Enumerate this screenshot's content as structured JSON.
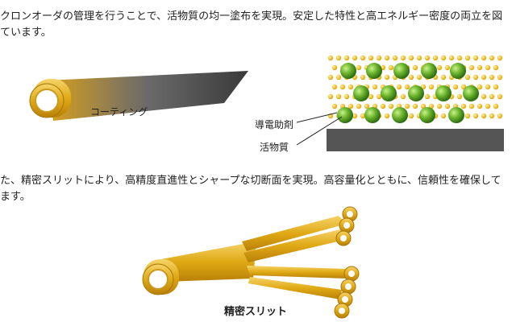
{
  "text": {
    "line1": "クロンオーダの管理を行うことで、活物質の均一塗布を実現。安定した特性と高エネルギー密度の両立を図",
    "line2": "ています。",
    "line3": "た、精密スリットにより、高精度直進性とシャープな切断面を実現。高容量化とともに、信頼性を確保して",
    "line4": "ます。"
  },
  "labels": {
    "coating": "コーティング",
    "conductive_agent": "導電助剤",
    "active_material": "活物質",
    "precision_slit": "精密スリット"
  },
  "colors": {
    "gold": "#e6b422",
    "gold_dark": "#b8860b",
    "green_particle": "#5fa82a",
    "yellow_particle": "#f2c21b",
    "substrate": "#555555"
  }
}
